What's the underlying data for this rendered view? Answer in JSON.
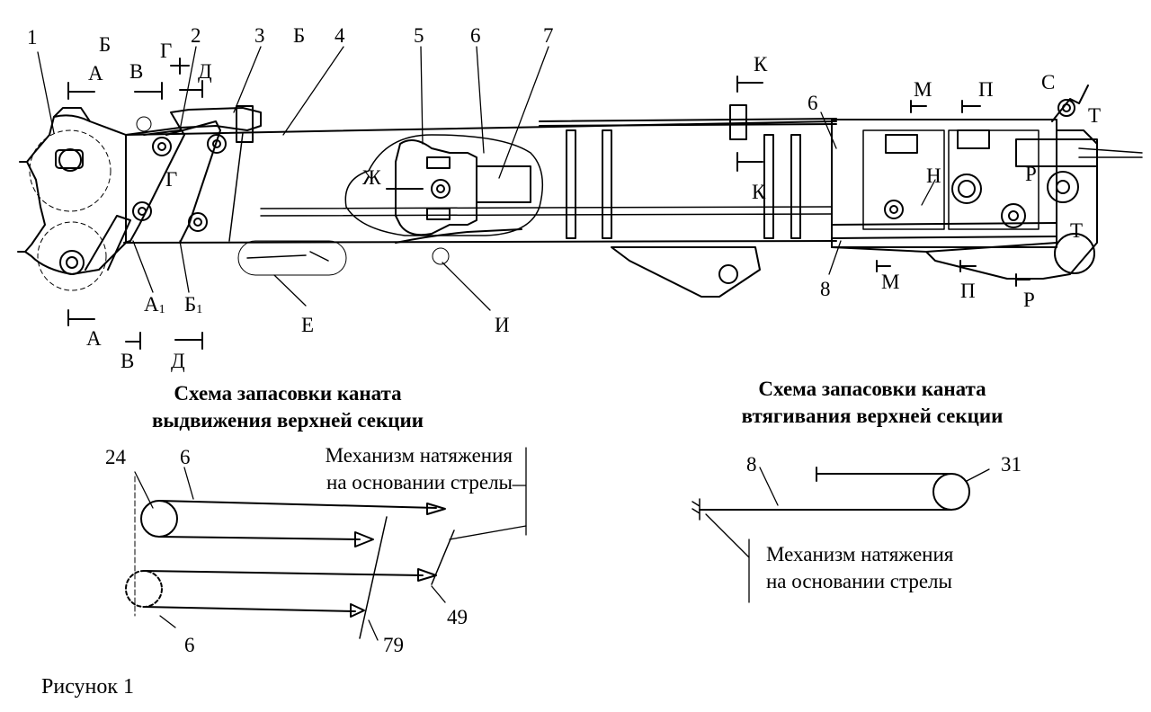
{
  "callouts": {
    "n1": "1",
    "n2": "2",
    "n3": "3",
    "n4": "4",
    "n5": "5",
    "n6": "6",
    "n7": "7",
    "n6b": "6",
    "n8": "8",
    "n8b": "8",
    "n24": "24",
    "n6c": "6",
    "n6d": "6",
    "n79": "79",
    "n49": "49",
    "n31": "31"
  },
  "sections": {
    "A_top": "А",
    "A_bot": "А",
    "B_top_left": "Б",
    "B_top_right": "Б",
    "V_top": "В",
    "V_bot": "В",
    "G_top": "Г",
    "G_mid": "Г",
    "D_top": "Д",
    "D_bot": "Д",
    "A1": "А",
    "A1_sub": "1",
    "B1": "Б",
    "B1_sub": "1",
    "E": "Е",
    "Zh": "Ж",
    "I": "И",
    "K_top": "К",
    "K_bot": "К",
    "M_top": "М",
    "M_bot": "М",
    "P_top": "П",
    "P_bot": "П",
    "N": "Н",
    "S": "С",
    "T_top": "Т",
    "T_bot": "Т",
    "R_mid": "Р",
    "R_bot": "Р"
  },
  "left_scheme": {
    "title_line1": "Схема запасовки каната",
    "title_line2": "выдвижения верхней секции",
    "mechanism_line1": "Механизм натяжения",
    "mechanism_line2": "на основании стрелы"
  },
  "right_scheme": {
    "title_line1": "Схема запасовки каната",
    "title_line2": "втягивания верхней секции",
    "mechanism_line1": "Механизм натяжения",
    "mechanism_line2": "на основании стрелы"
  },
  "caption": "Рисунок 1"
}
